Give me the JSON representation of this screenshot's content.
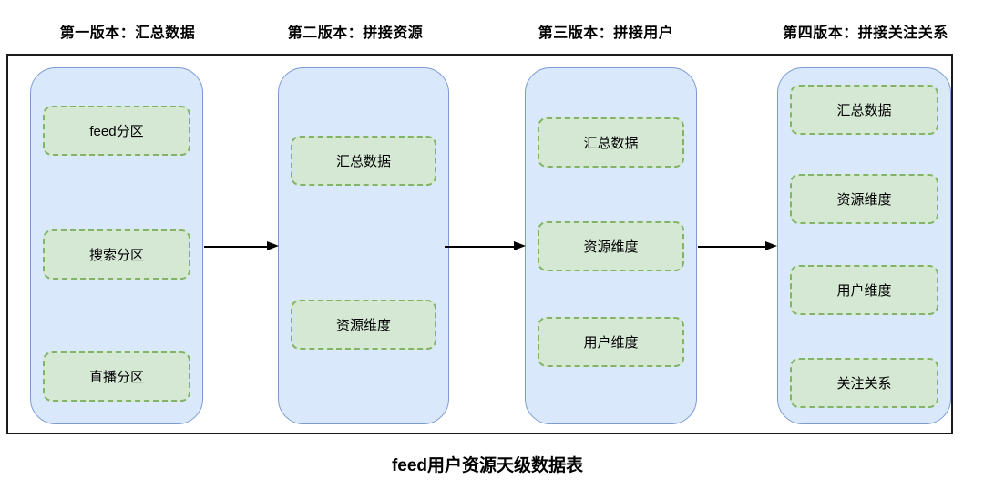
{
  "diagram": {
    "caption": "feed用户资源天级数据表",
    "colors": {
      "container_fill": "#dae8fc",
      "container_border": "#7b9bd2",
      "item_fill": "#d5e8d4",
      "item_border": "#82b366",
      "outer_border": "#1a1a1a",
      "arrow": "#000000"
    },
    "columns": [
      {
        "header": "第一版本：汇总数据",
        "items": [
          "feed分区",
          "搜索分区",
          "直播分区"
        ]
      },
      {
        "header": "第二版本：拼接资源",
        "items": [
          "汇总数据",
          "资源维度"
        ]
      },
      {
        "header": "第三版本：拼接用户",
        "items": [
          "汇总数据",
          "资源维度",
          "用户维度"
        ]
      },
      {
        "header": "第四版本：拼接关注关系",
        "items": [
          "汇总数据",
          "资源维度",
          "用户维度",
          "关注关系"
        ]
      }
    ]
  }
}
